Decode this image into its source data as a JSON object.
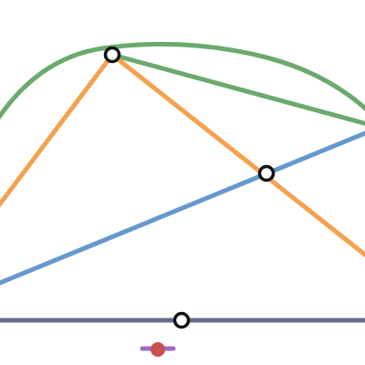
{
  "canvas": {
    "background": "#ffffff"
  },
  "diagram": {
    "colors": {
      "arc": "#6aaa6e",
      "orange": "#f5a14e",
      "blue": "#6699cc",
      "baseline": "#5f6f86",
      "point_fill": "#ffffff",
      "point_stroke": "#111111",
      "slider_track": "#9b6bc7",
      "slider_knob": "#c9504f"
    },
    "elements": [
      "arc",
      "green-segment",
      "orange-left-segment",
      "orange-right-segment",
      "blue-line",
      "baseline",
      "point-top",
      "point-intersection",
      "point-baseline",
      "slider-track",
      "slider-knob"
    ]
  }
}
